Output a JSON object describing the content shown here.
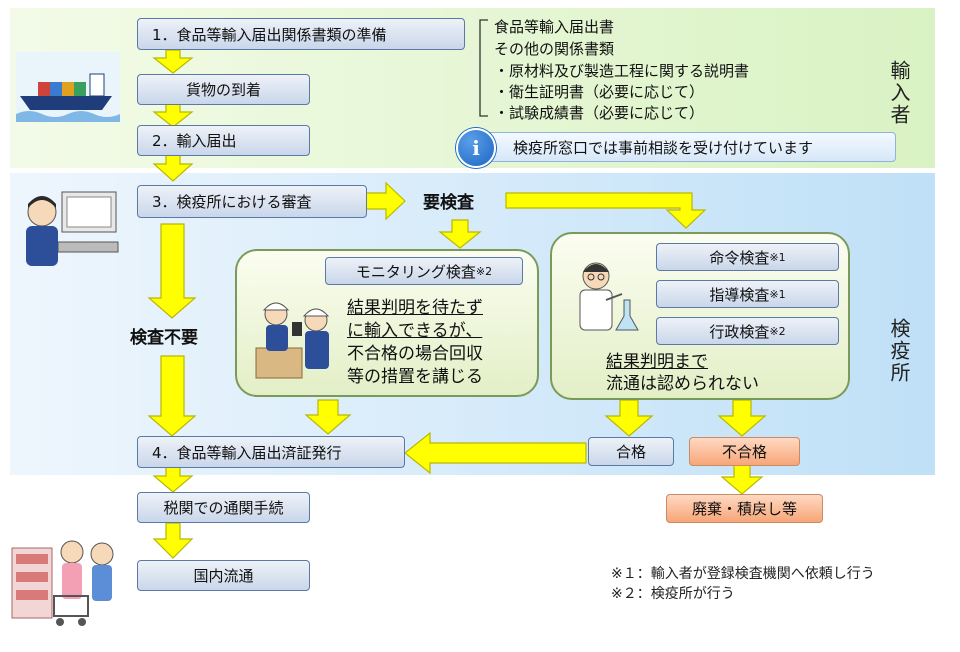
{
  "zones": {
    "importer": "輸入者",
    "station": "検疫所"
  },
  "steps": {
    "step1": "1．食品等輸入届出関係書類の準備",
    "arrival": "貨物の到着",
    "step2": "2．輸入届出",
    "step3": "3．検疫所における審査",
    "step4": "4．食品等輸入届出済証発行",
    "customs": "税関での通関手続",
    "domestic": "国内流通"
  },
  "documents": {
    "line1": "食品等輸入届出書",
    "line2": "その他の関係書類",
    "items": [
      "・原材料及び製造工程に関する説明書",
      "・衛生証明書（必要に応じて）",
      "・試験成績書（必要に応じて）"
    ]
  },
  "info": {
    "icon_text": "i",
    "text": "検疫所窓口では事前相談を受け付けています"
  },
  "branches": {
    "inspection_required": "要検査",
    "no_inspection": "検査不要"
  },
  "monitoring": {
    "title": "モニタリング検査",
    "title_note": "※2",
    "desc_lines": [
      "結果判明を待たず",
      "に輸入できるが、",
      "不合格の場合回収",
      "等の措置を講じる"
    ]
  },
  "orders": {
    "items": [
      {
        "label": "命令検査",
        "note": "※1"
      },
      {
        "label": "指導検査",
        "note": "※1"
      },
      {
        "label": "行政検査",
        "note": "※2"
      }
    ],
    "desc_lines": [
      "結果判明まで",
      "流通は認められない"
    ]
  },
  "results": {
    "pass": "合格",
    "fail": "不合格",
    "disposal": "廃棄・積戻し等"
  },
  "footnotes": [
    "※１：輸入者が登録検査機関へ依頼し行う",
    "※２：検疫所が行う"
  ],
  "icons": {
    "info": "info-circle-icon",
    "ship": "cargo-ship-icon",
    "officer": "office-worker-icon",
    "inspectors": "inspectors-icon",
    "scientist": "lab-scientist-icon",
    "shoppers": "shoppers-icon"
  },
  "colors": {
    "arrow": "#ffff00",
    "arrow_border": "#b8b800",
    "box": "#c9d6ea",
    "orange_box": "#f7a678",
    "importer_band": "#d9f2c3",
    "station_band": "#bfe0f7",
    "bubble": "#e3efc7",
    "info_blue": "#1b67c4"
  }
}
